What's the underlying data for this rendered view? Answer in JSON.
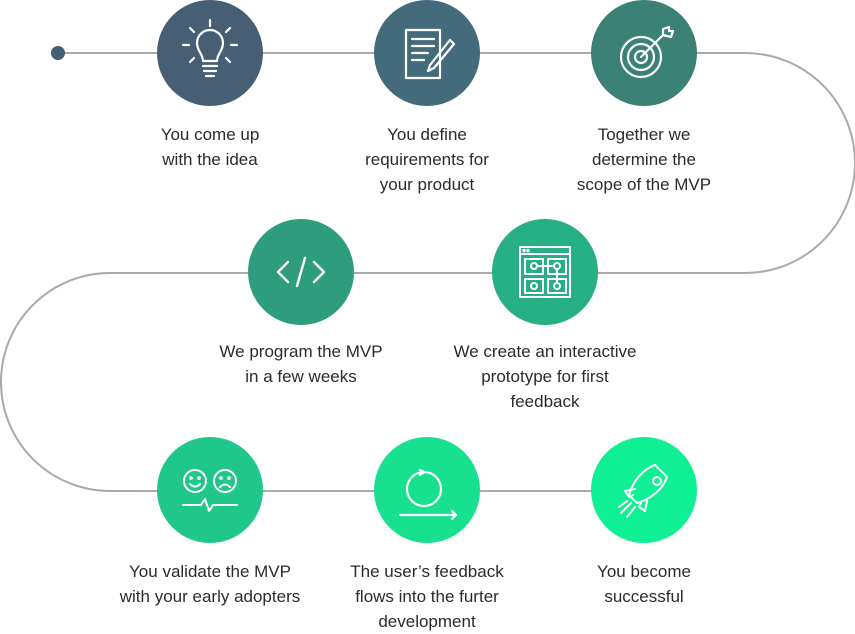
{
  "steps": [
    {
      "label_lines": [
        "You come up",
        "with the idea"
      ],
      "icon": "lightbulb-icon",
      "color": "#475f74"
    },
    {
      "label_lines": [
        "You define",
        "requirements for",
        "your product"
      ],
      "icon": "document-pencil-icon",
      "color": "#446b7c"
    },
    {
      "label_lines": [
        "Together we",
        "determine the",
        "scope of the MVP"
      ],
      "icon": "target-icon",
      "color": "#3b8175"
    },
    {
      "label_lines": [
        "We program the MVP",
        "in a few weeks"
      ],
      "icon": "code-icon",
      "color": "#2e9d7e"
    },
    {
      "label_lines": [
        "We create an interactive",
        "prototype for first",
        "feedback"
      ],
      "icon": "prototype-icon",
      "color": "#26ae85"
    },
    {
      "label_lines": [
        "You validate the MVP",
        "with your early adopters"
      ],
      "icon": "smiley-faces-icon",
      "color": "#20c78a"
    },
    {
      "label_lines": [
        "The user’s feedback",
        "flows into the furter",
        "development"
      ],
      "icon": "cycle-arrow-icon",
      "color": "#17e08f"
    },
    {
      "label_lines": [
        "You become",
        "successful"
      ],
      "icon": "rocket-icon",
      "color": "#0ff094"
    }
  ],
  "path_color": "#aaaaaa",
  "start_dot_color": "#475f74"
}
